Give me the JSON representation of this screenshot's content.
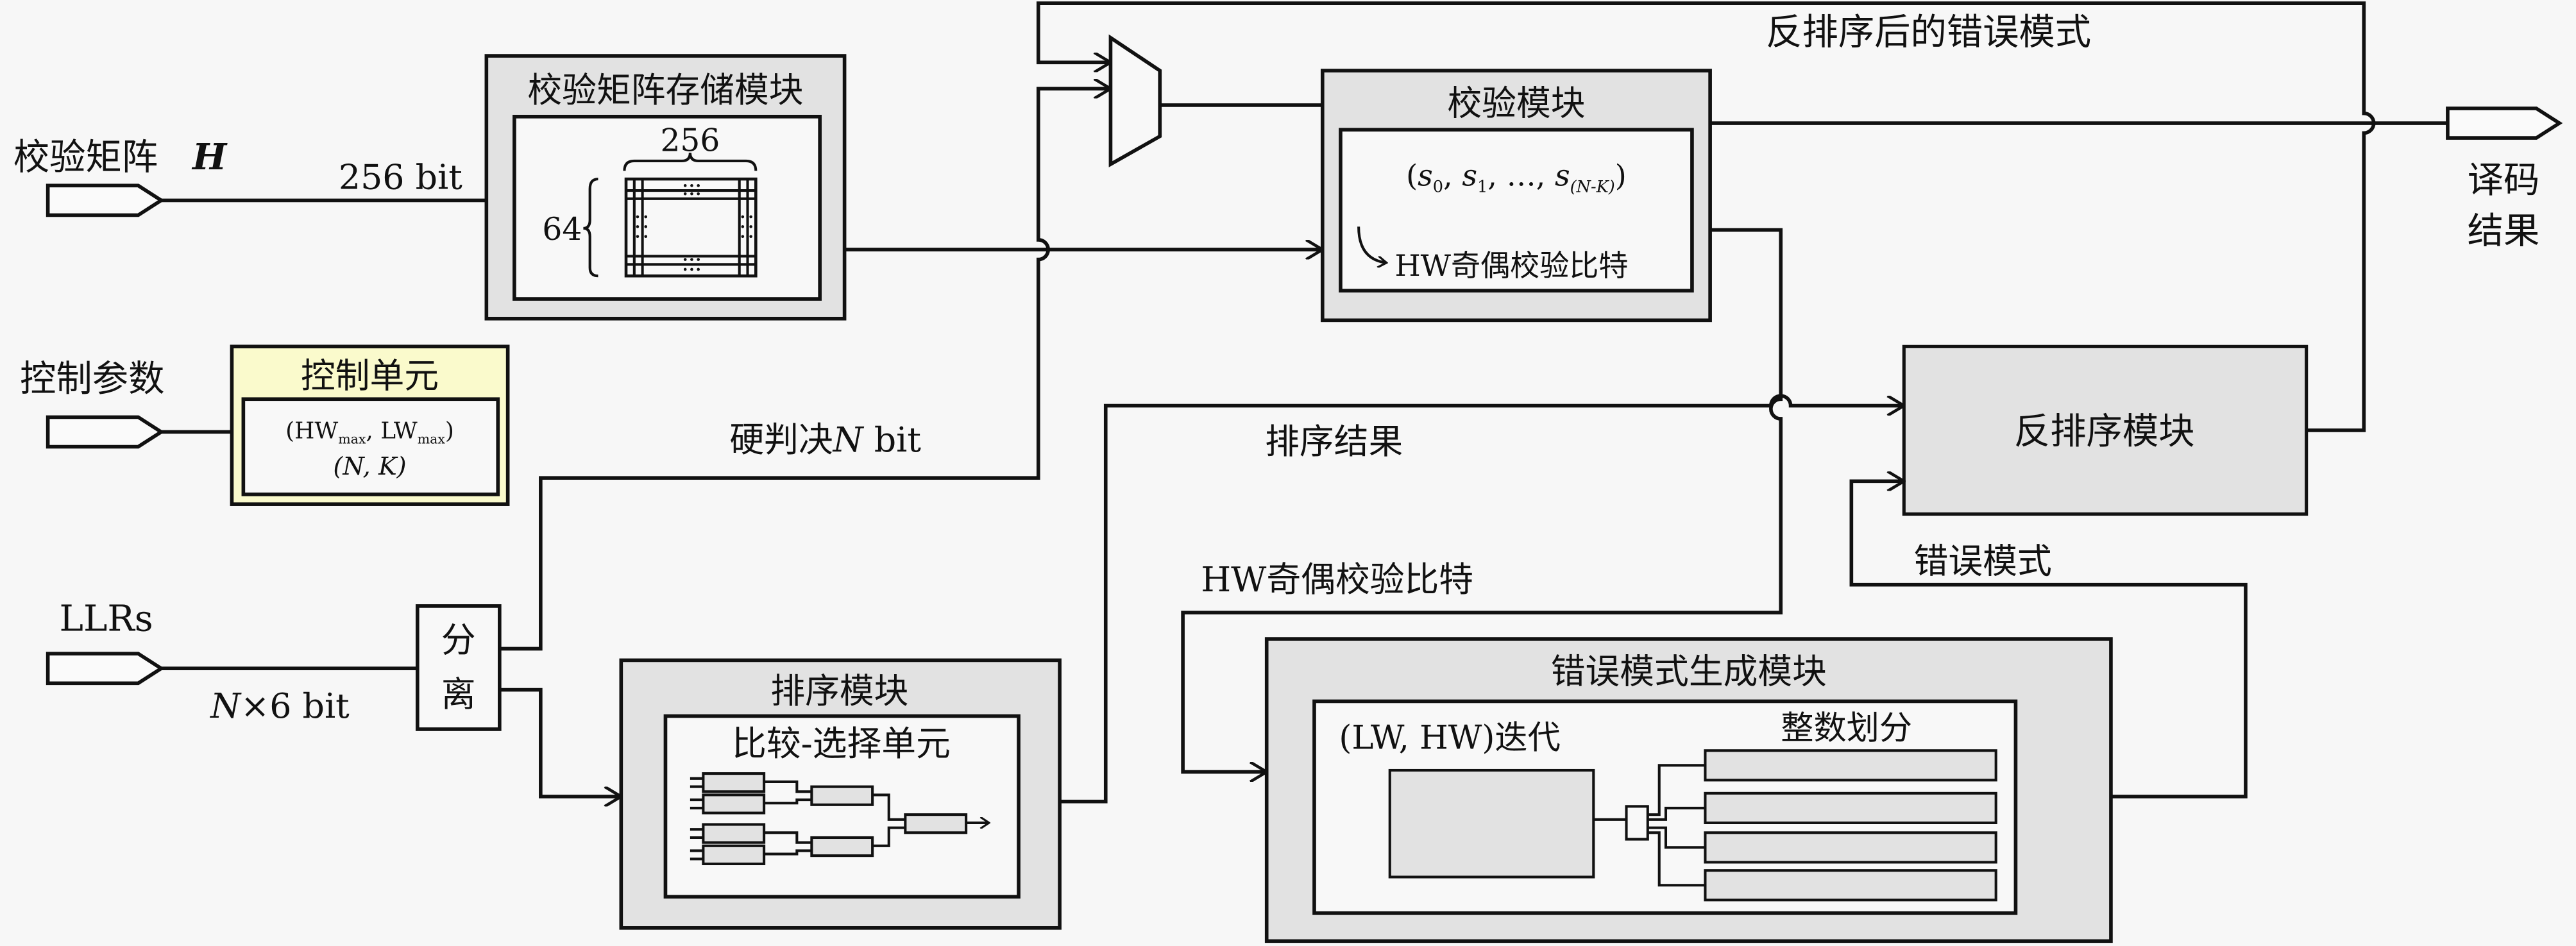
{
  "inputs": {
    "check_matrix": {
      "label": "校验矩阵",
      "symbol": "H",
      "bus": "256 bit"
    },
    "control_params": {
      "label": "控制参数"
    },
    "llrs": {
      "label": "LLRs",
      "bus_var": "N",
      "bus_rest": "×6 bit"
    }
  },
  "output": {
    "label_line1": "译码",
    "label_line2": "结果"
  },
  "storage_module": {
    "title": "校验矩阵存储模块",
    "cols": "256",
    "rows": "64"
  },
  "control_unit": {
    "title": "控制单元",
    "line1": "(HW",
    "line1_sub1": "max",
    "line1_mid": ", LW",
    "line1_sub2": "max",
    "line1_end": ")",
    "line2": "(N, K)"
  },
  "split_block": {
    "char1": "分",
    "char2": "离"
  },
  "check_module": {
    "title": "校验模块",
    "syndrome": {
      "s": "s",
      "sub0": "0",
      "sub1": "1",
      "subNK": "(N-K)",
      "ellipsis": "…"
    },
    "parity_label": "HW奇偶校验比特"
  },
  "sort_module": {
    "title": "排序模块",
    "subtitle": "比较-选择单元"
  },
  "antisort_module": {
    "title": "反排序模块"
  },
  "error_gen_module": {
    "title": "错误模式生成模块",
    "iter_label": "(LW, HW)迭代",
    "partition_label": "整数划分"
  },
  "signals": {
    "antisorted_error": "反排序后的错误模式",
    "hard_decision_prefix": "硬判决",
    "hard_decision_var": "N",
    "hard_decision_suffix": " bit",
    "sort_result": "排序结果",
    "hw_parity": "HW奇偶校验比特",
    "error_pattern": "错误模式"
  }
}
